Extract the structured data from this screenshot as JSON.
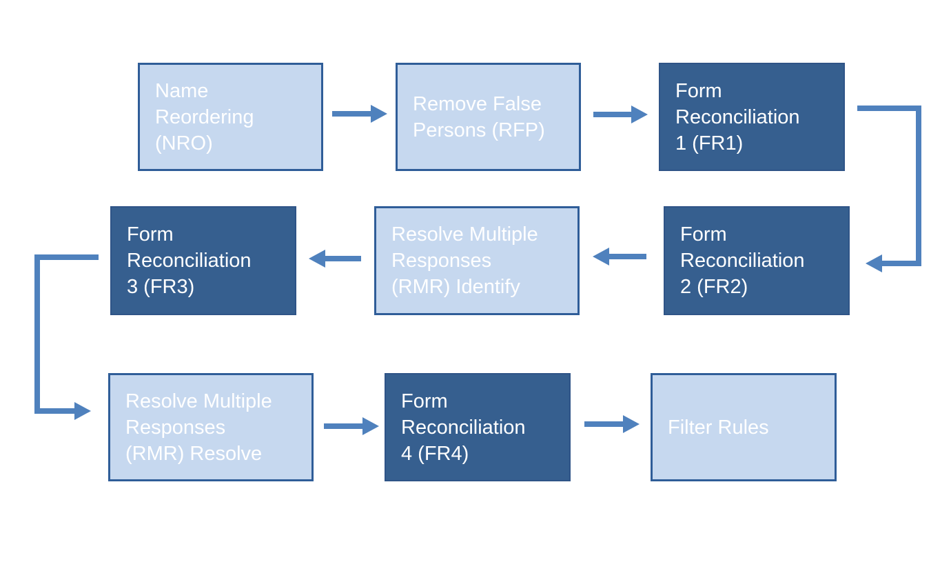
{
  "colors": {
    "light_fill": "#c6d8ef",
    "light_border": "#2f5d98",
    "dark_fill": "#365f8f",
    "arrow": "#4f81bd",
    "text": "#ffffff"
  },
  "nodes": {
    "nro": {
      "label": "Name\nReordering\n(NRO)",
      "style": "light"
    },
    "rfp": {
      "label": "Remove False\nPersons (RFP)",
      "style": "light"
    },
    "fr1": {
      "label": "Form\nReconciliation\n1 (FR1)",
      "style": "dark"
    },
    "fr2": {
      "label": "Form\nReconciliation\n2 (FR2)",
      "style": "dark"
    },
    "rmr_identify": {
      "label": "Resolve Multiple\nResponses\n(RMR) Identify",
      "style": "light"
    },
    "fr3": {
      "label": "Form\nReconciliation\n3 (FR3)",
      "style": "dark"
    },
    "rmr_resolve": {
      "label": "Resolve Multiple\nResponses\n(RMR) Resolve",
      "style": "light"
    },
    "fr4": {
      "label": "Form\nReconciliation\n4 (FR4)",
      "style": "dark"
    },
    "filter_rules": {
      "label": "Filter Rules",
      "style": "light"
    }
  },
  "edges": [
    {
      "from": "nro",
      "to": "rfp"
    },
    {
      "from": "rfp",
      "to": "fr1"
    },
    {
      "from": "fr1",
      "to": "fr2"
    },
    {
      "from": "fr2",
      "to": "rmr_identify"
    },
    {
      "from": "rmr_identify",
      "to": "fr3"
    },
    {
      "from": "fr3",
      "to": "rmr_resolve"
    },
    {
      "from": "rmr_resolve",
      "to": "fr4"
    },
    {
      "from": "fr4",
      "to": "filter_rules"
    }
  ]
}
